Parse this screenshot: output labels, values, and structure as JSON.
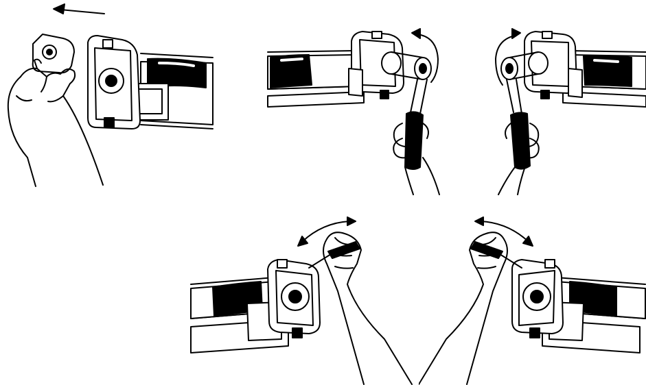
{
  "figure": {
    "panels": [
      {
        "id": "p1",
        "step": "remove-end-cap",
        "direction_arrow": "left"
      },
      {
        "id": "p2",
        "step": "wrench-turn-left-end",
        "rotation": "clockwise"
      },
      {
        "id": "p3",
        "step": "wrench-turn-right-end",
        "rotation": "counterclockwise"
      },
      {
        "id": "p4",
        "step": "screwdriver-adjust-left-end",
        "rotation": "back-and-forth"
      },
      {
        "id": "p5",
        "step": "screwdriver-adjust-right-end",
        "rotation": "back-and-forth"
      }
    ]
  },
  "colors": {
    "ink": "#000000",
    "paper": "#ffffff"
  }
}
